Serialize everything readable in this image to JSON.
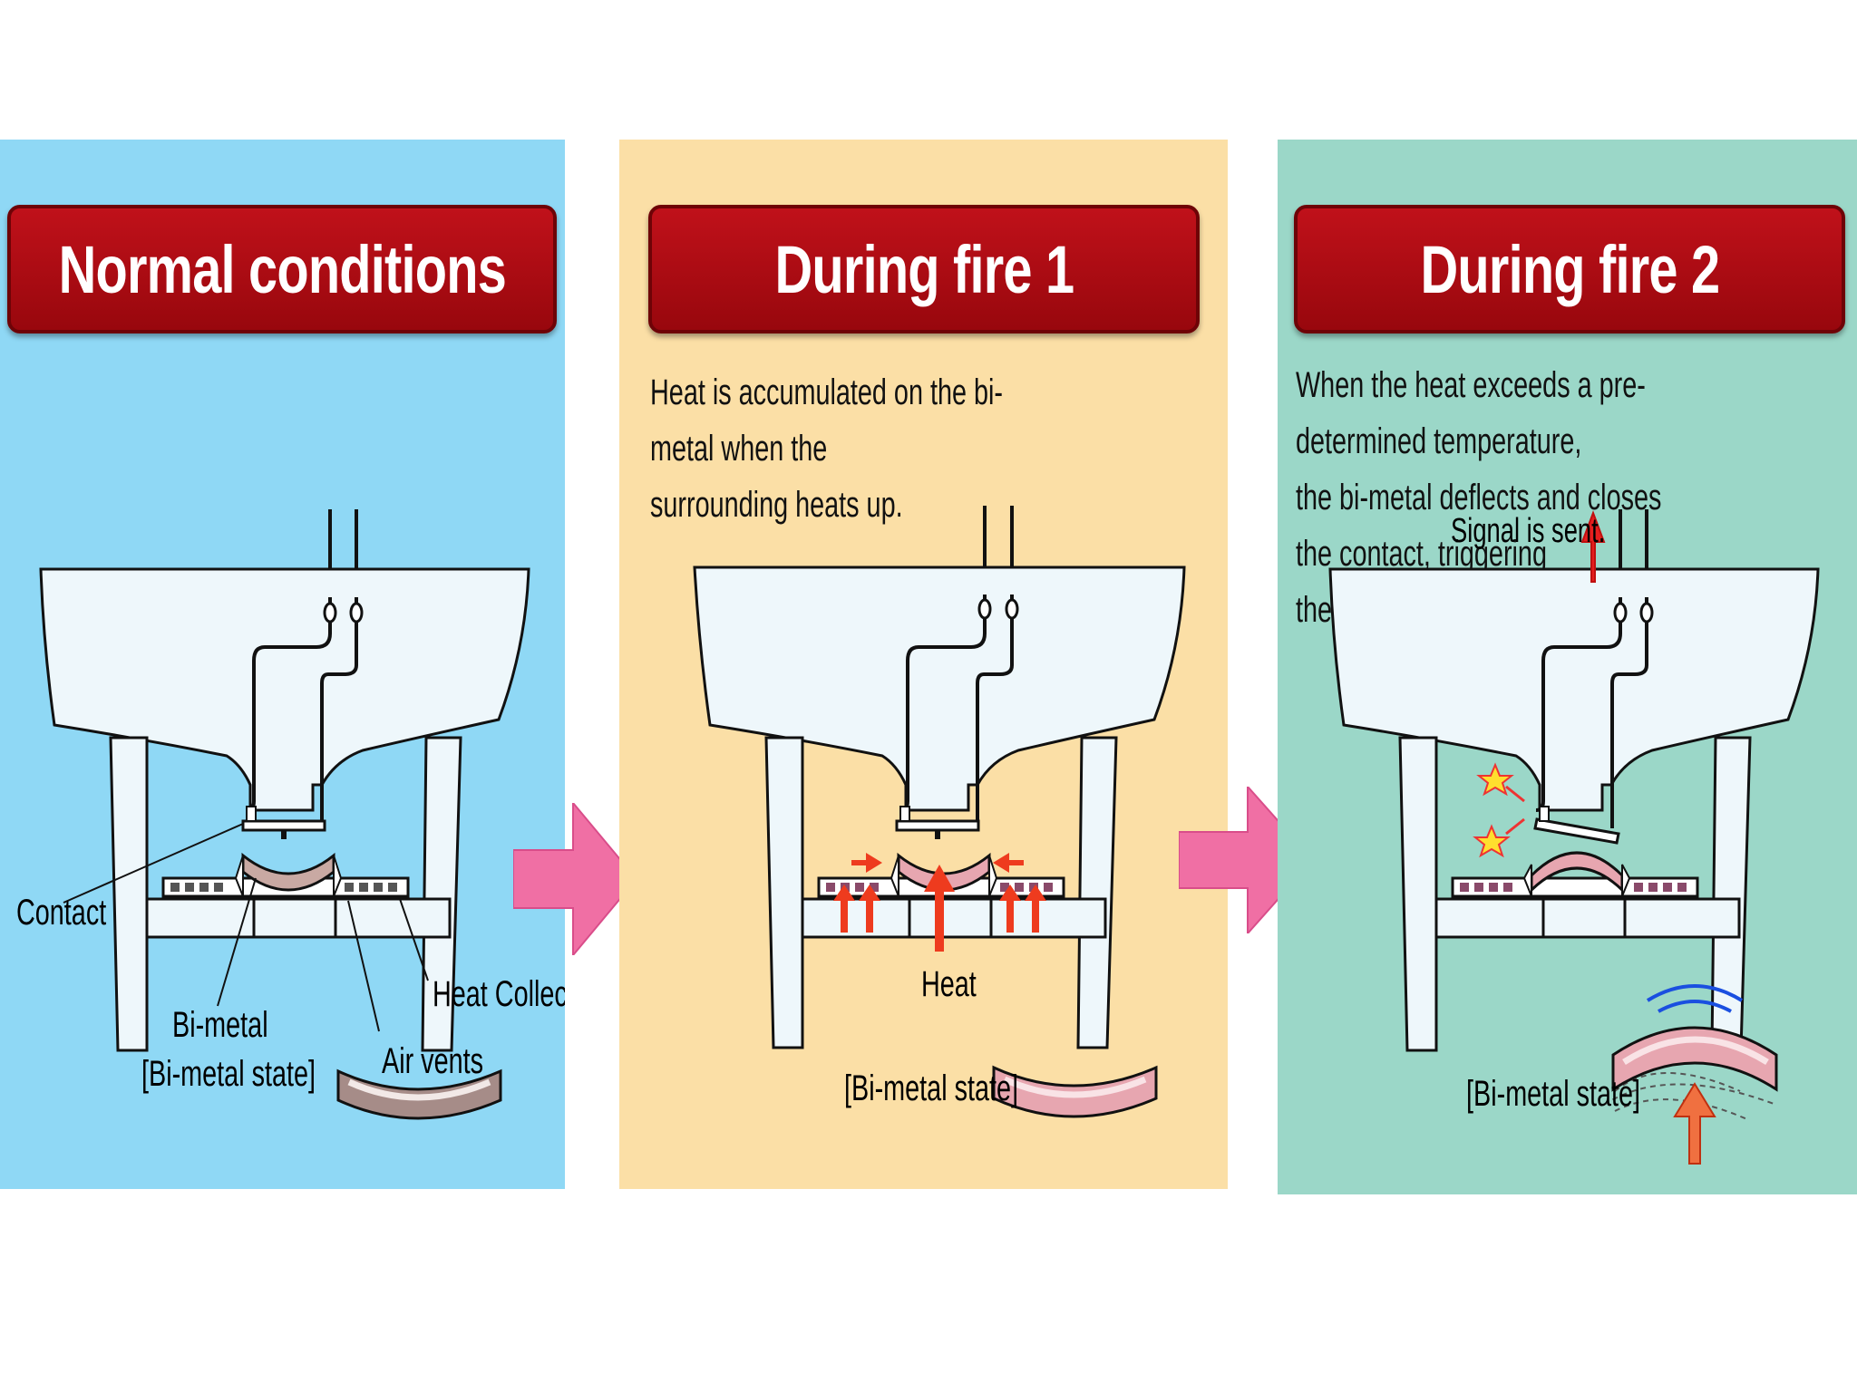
{
  "panels": {
    "normal": {
      "title": "Normal conditions",
      "labels": {
        "contact": "Contact",
        "bimetal": "Bi-metal",
        "bimetal_state": "[Bi-metal state]",
        "air_vents": "Air vents",
        "heat_collector": "Heat Collector"
      }
    },
    "fire1": {
      "title": "During fire 1",
      "description": "Heat is accumulated on the bi-metal when the\nsurrounding heats up.",
      "labels": {
        "heat": "Heat",
        "bimetal_state": "[Bi-metal state]"
      }
    },
    "fire2": {
      "title": "During fire 2",
      "description": "When the heat exceeds a pre-determined temperature,\nthe bi-metal deflects and closes the contact, triggering\nthe signal.",
      "labels": {
        "signal": "Signal is sent.",
        "bimetal_state": "[Bi-metal state]"
      }
    }
  },
  "colors": {
    "panel_normal": "#8fd8f5",
    "panel_fire1": "#fbdfa6",
    "panel_fire2": "#9bd7c8",
    "banner": "#b00c14",
    "transition_arrow": "#f06fa4",
    "heat_arrow": "#ee3b1e"
  }
}
